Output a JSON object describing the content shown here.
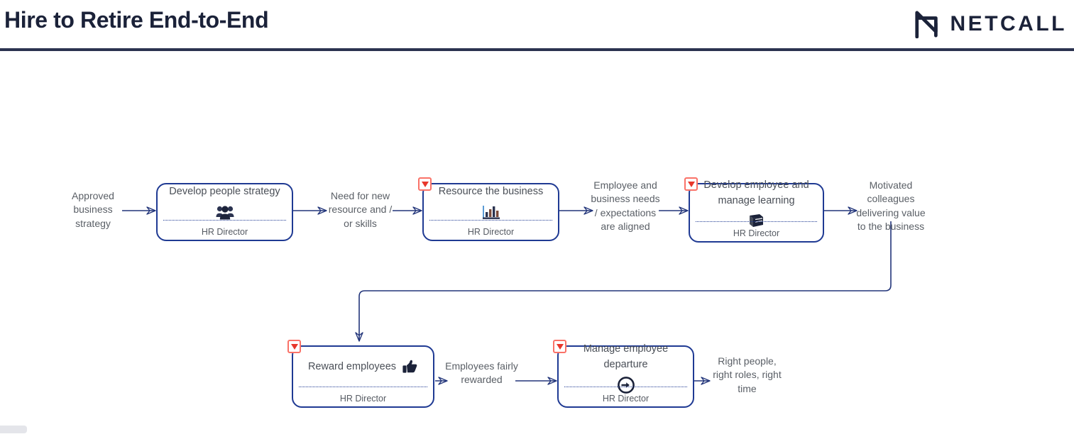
{
  "header": {
    "title": "Hire to Retire End-to-End",
    "brand_name": "NETCALL",
    "brand_mark_icon": "netcall-n-logo",
    "rule_color": "#2b3350",
    "title_color": "#1b2239"
  },
  "theme": {
    "box_border": "#1f3a93",
    "badge_border": "#fa7268",
    "badge_triangle": "#e8372b",
    "connector": "#22357a",
    "label_text": "#5a5f66",
    "role_text": "#555a62"
  },
  "diagram": {
    "type": "process-flow",
    "role_default": "HR Director",
    "start_label": "Approved business strategy",
    "end_label": "Right people, right roles, right time",
    "steps": [
      {
        "id": "develop-people-strategy",
        "title": "Develop people strategy",
        "role": "HR Director",
        "icon": "people-group-icon",
        "badge": false,
        "badge_icon": "",
        "row": 1
      },
      {
        "id": "resource-the-business",
        "title": "Resource the business",
        "role": "HR Director",
        "icon": "bar-chart-icon",
        "badge": true,
        "badge_icon": "red-triangle-badge-icon",
        "row": 1
      },
      {
        "id": "develop-employee-and-manage-learning",
        "title": "Develop employee and manage learning",
        "role": "HR Director",
        "icon": "book-icon",
        "badge": true,
        "badge_icon": "red-triangle-badge-icon",
        "row": 1
      },
      {
        "id": "reward-employees",
        "title": "Reward employees",
        "role": "HR Director",
        "icon": "thumbs-up-icon",
        "badge": true,
        "badge_icon": "red-triangle-badge-icon",
        "row": 2
      },
      {
        "id": "manage-employee-departure",
        "title": "Manage employee departure",
        "role": "HR Director",
        "icon": "circle-arrow-right-icon",
        "badge": true,
        "badge_icon": "red-triangle-badge-icon",
        "row": 2
      }
    ],
    "flow_labels": [
      {
        "id": "approved-business-strategy",
        "text": "Approved business strategy"
      },
      {
        "id": "need-for-new-resource-and-or-skills",
        "text": "Need for new resource and / or skills"
      },
      {
        "id": "employee-and-business-needs-expectations-are-aligned",
        "text": "Employee and business needs / expectations are aligned"
      },
      {
        "id": "motivated-colleagues-delivering-value-to-the-business",
        "text": "Motivated colleagues delivering value to the business"
      },
      {
        "id": "employees-fairly-rewarded",
        "text": "Employees fairly rewarded"
      },
      {
        "id": "right-people-right-roles-right-time",
        "text": "Right people, right roles, right time"
      }
    ]
  }
}
